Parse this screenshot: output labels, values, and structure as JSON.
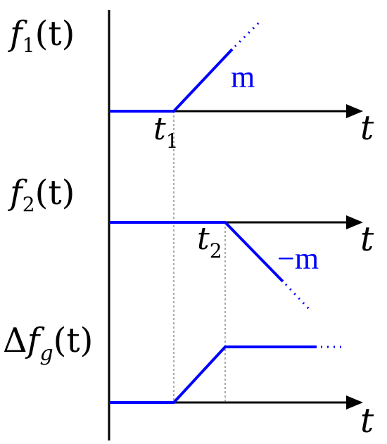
{
  "colors": {
    "signal": "#0000ff",
    "axis": "#000000",
    "guide": "#555555"
  },
  "labels": {
    "f1": {
      "main": "f",
      "sub": "1",
      "arg": "(t)"
    },
    "f2": {
      "main": "f",
      "sub": "2",
      "arg": "(t)"
    },
    "dfg": {
      "delta": "Δ",
      "main": "f",
      "sub": "g",
      "arg": "(t)"
    },
    "t_axis": "t",
    "t1": {
      "main": "t",
      "sub": "1"
    },
    "t2": {
      "main": "t",
      "sub": "2"
    },
    "slope_pos": "m",
    "slope_neg": "−m"
  }
}
